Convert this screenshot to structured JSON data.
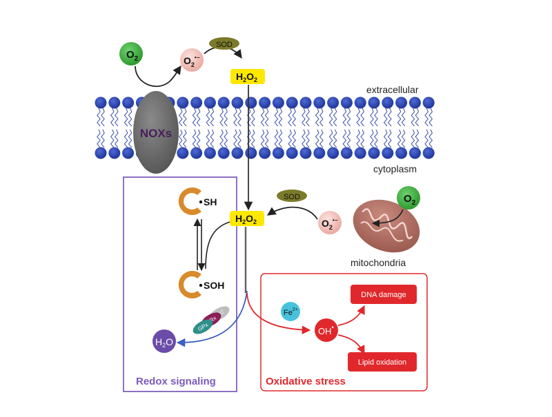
{
  "regions": {
    "extracellular": "extracellular",
    "cytoplasm": "cytoplasm",
    "mitochondria": "mitochondria"
  },
  "enzyme": {
    "nox": "NOXs",
    "sod": "SOD"
  },
  "species": {
    "o2": {
      "base": "O",
      "sub": "2"
    },
    "superoxide": {
      "base": "O",
      "sub": "2",
      "sup": "•−"
    },
    "h2o2": {
      "a": "H",
      "sub1": "2",
      "b": "O",
      "sub2": "2"
    },
    "h2o": {
      "a": "H",
      "sub": "2",
      "b": "O"
    },
    "fe": {
      "base": "Fe",
      "sup": "2+"
    },
    "oh": {
      "base": "OH",
      "sup": "•"
    }
  },
  "thiols": {
    "sh": "SH",
    "soh": "SOH"
  },
  "peroxidases": [
    "CAT",
    "PRx",
    "GPx"
  ],
  "outcomes": {
    "dna": "DNA damage",
    "lipid": "Lipid oxidation"
  },
  "panels": {
    "redox": "Redox signaling",
    "oxidative": "Oxidative stress"
  },
  "colors": {
    "membrane_head": "#2b47b5",
    "o2_green": "#3daa3d",
    "superoxide_pink": "#f2c3bd",
    "h2o2_yellow": "#ffe800",
    "sod_olive": "#7b7a2a",
    "nox_gray": "#6d6d6d",
    "thiol_orange": "#d98a2b",
    "redox_purple": "#8f70c4",
    "stress_red": "#e0282c",
    "h2o_purple": "#6b4ca8",
    "fe_cyan": "#48c2dc",
    "mito_brown": "#b06a5e"
  }
}
